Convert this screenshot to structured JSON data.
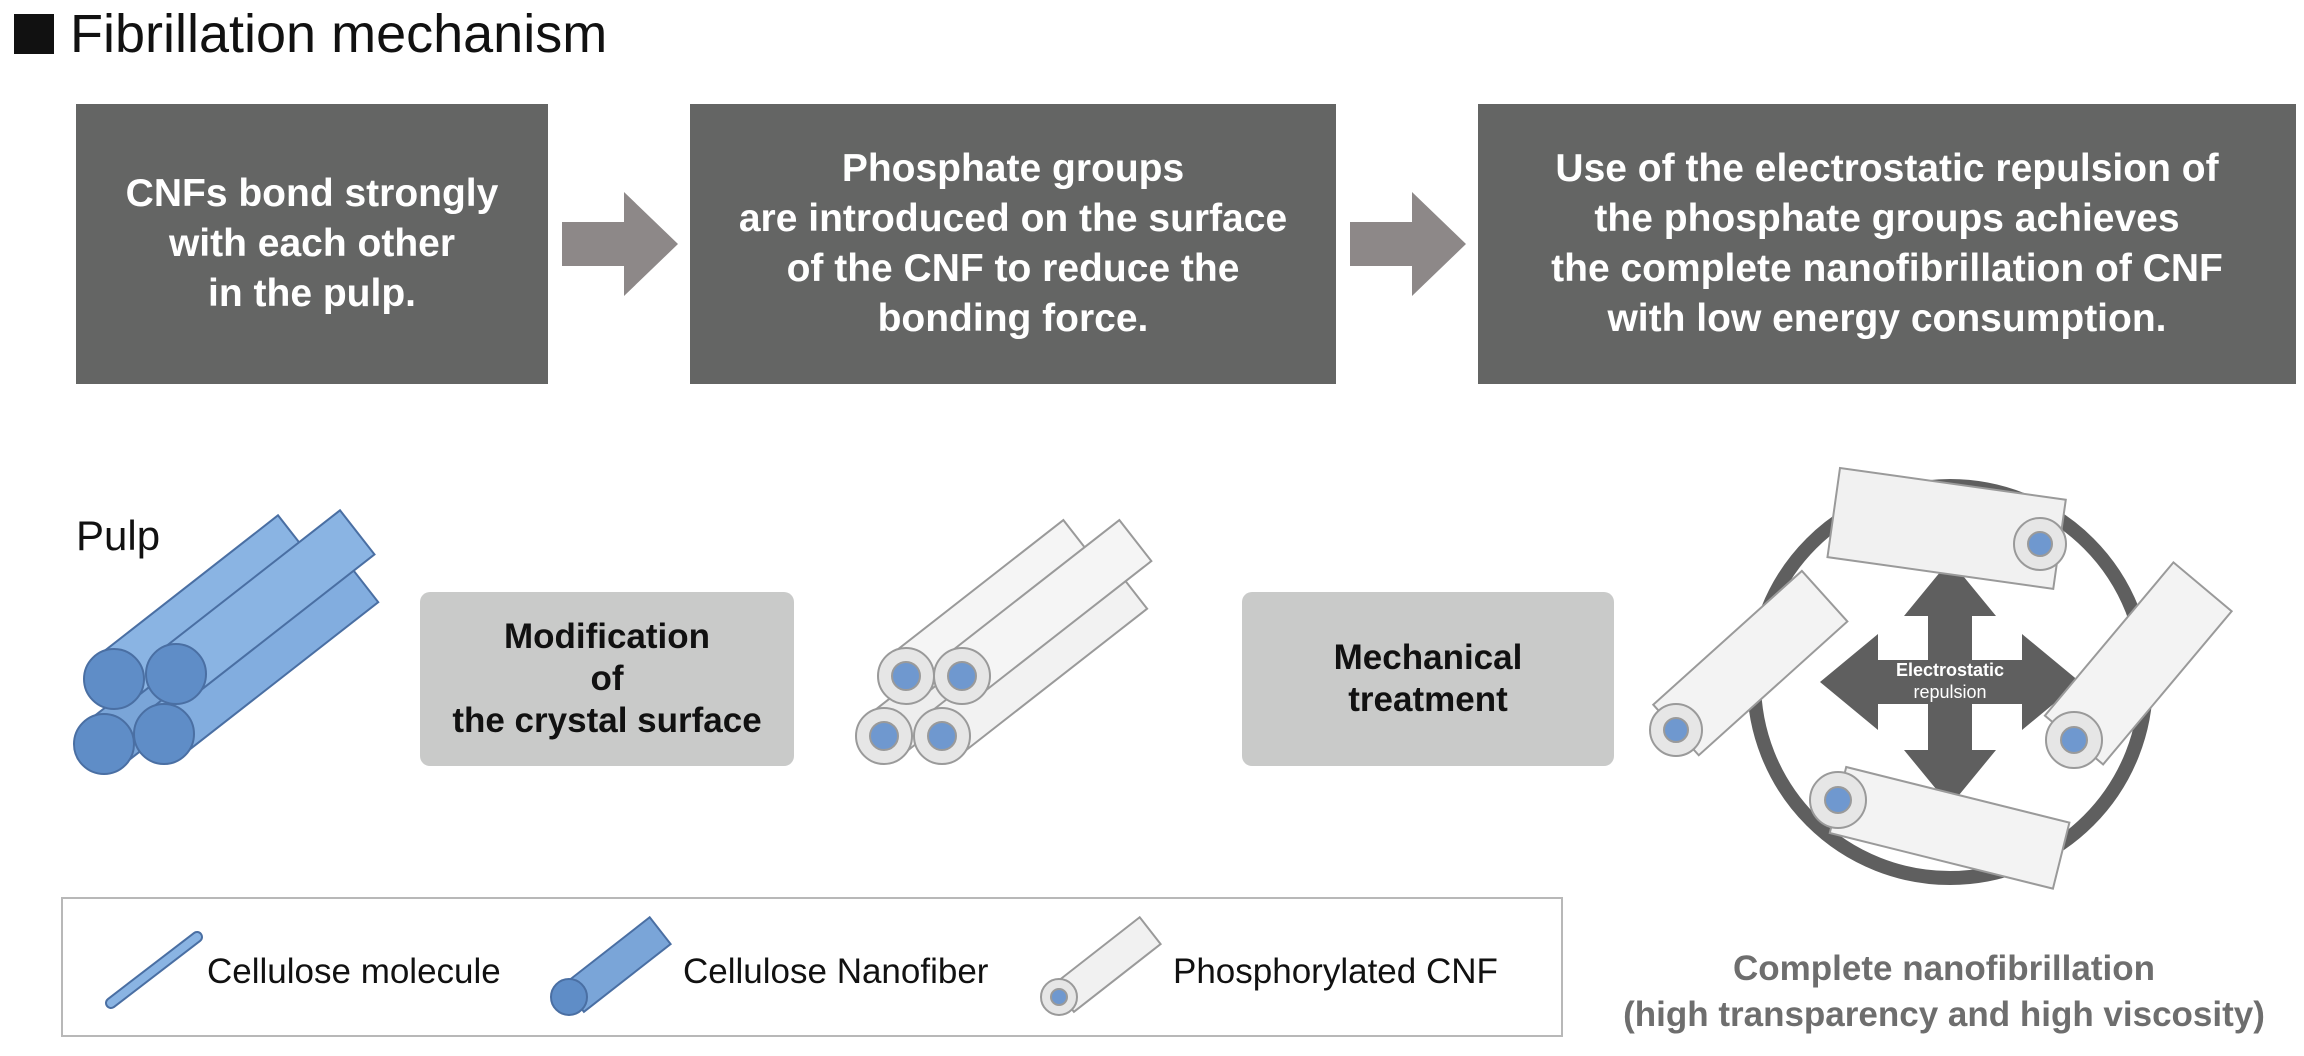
{
  "title": "Fibrillation mechanism",
  "steps": [
    "CNFs bond strongly\nwith each other\nin the pulp.",
    "Phosphate groups\nare introduced on the surface\nof the CNF to reduce the\nbonding force.",
    "Use of the electrostatic repulsion of\nthe phosphate groups achieves\nthe complete nanofibrillation of CNF\nwith low energy consumption."
  ],
  "pulp_label": "Pulp",
  "process_1": "Modification\nof\nthe crystal surface",
  "process_2": "Mechanical\ntreatment",
  "repulsion_label_1": "Electrostatic",
  "repulsion_label_2": "repulsion",
  "legend": {
    "item_1": "Cellulose molecule",
    "item_2": "Cellulose Nanofiber",
    "item_3": "Phosphorylated CNF"
  },
  "caption": "Complete nanofibrillation\n(high transparency and high viscosity)",
  "colors": {
    "step_box": "#646564",
    "arrow": "#8d8888",
    "process_box": "#c9cac9",
    "fiber_blue": "#7aa5d8",
    "fiber_blue_dark": "#4a78b5",
    "fiber_white": "#efefef",
    "ring": "#5f5f5f"
  }
}
